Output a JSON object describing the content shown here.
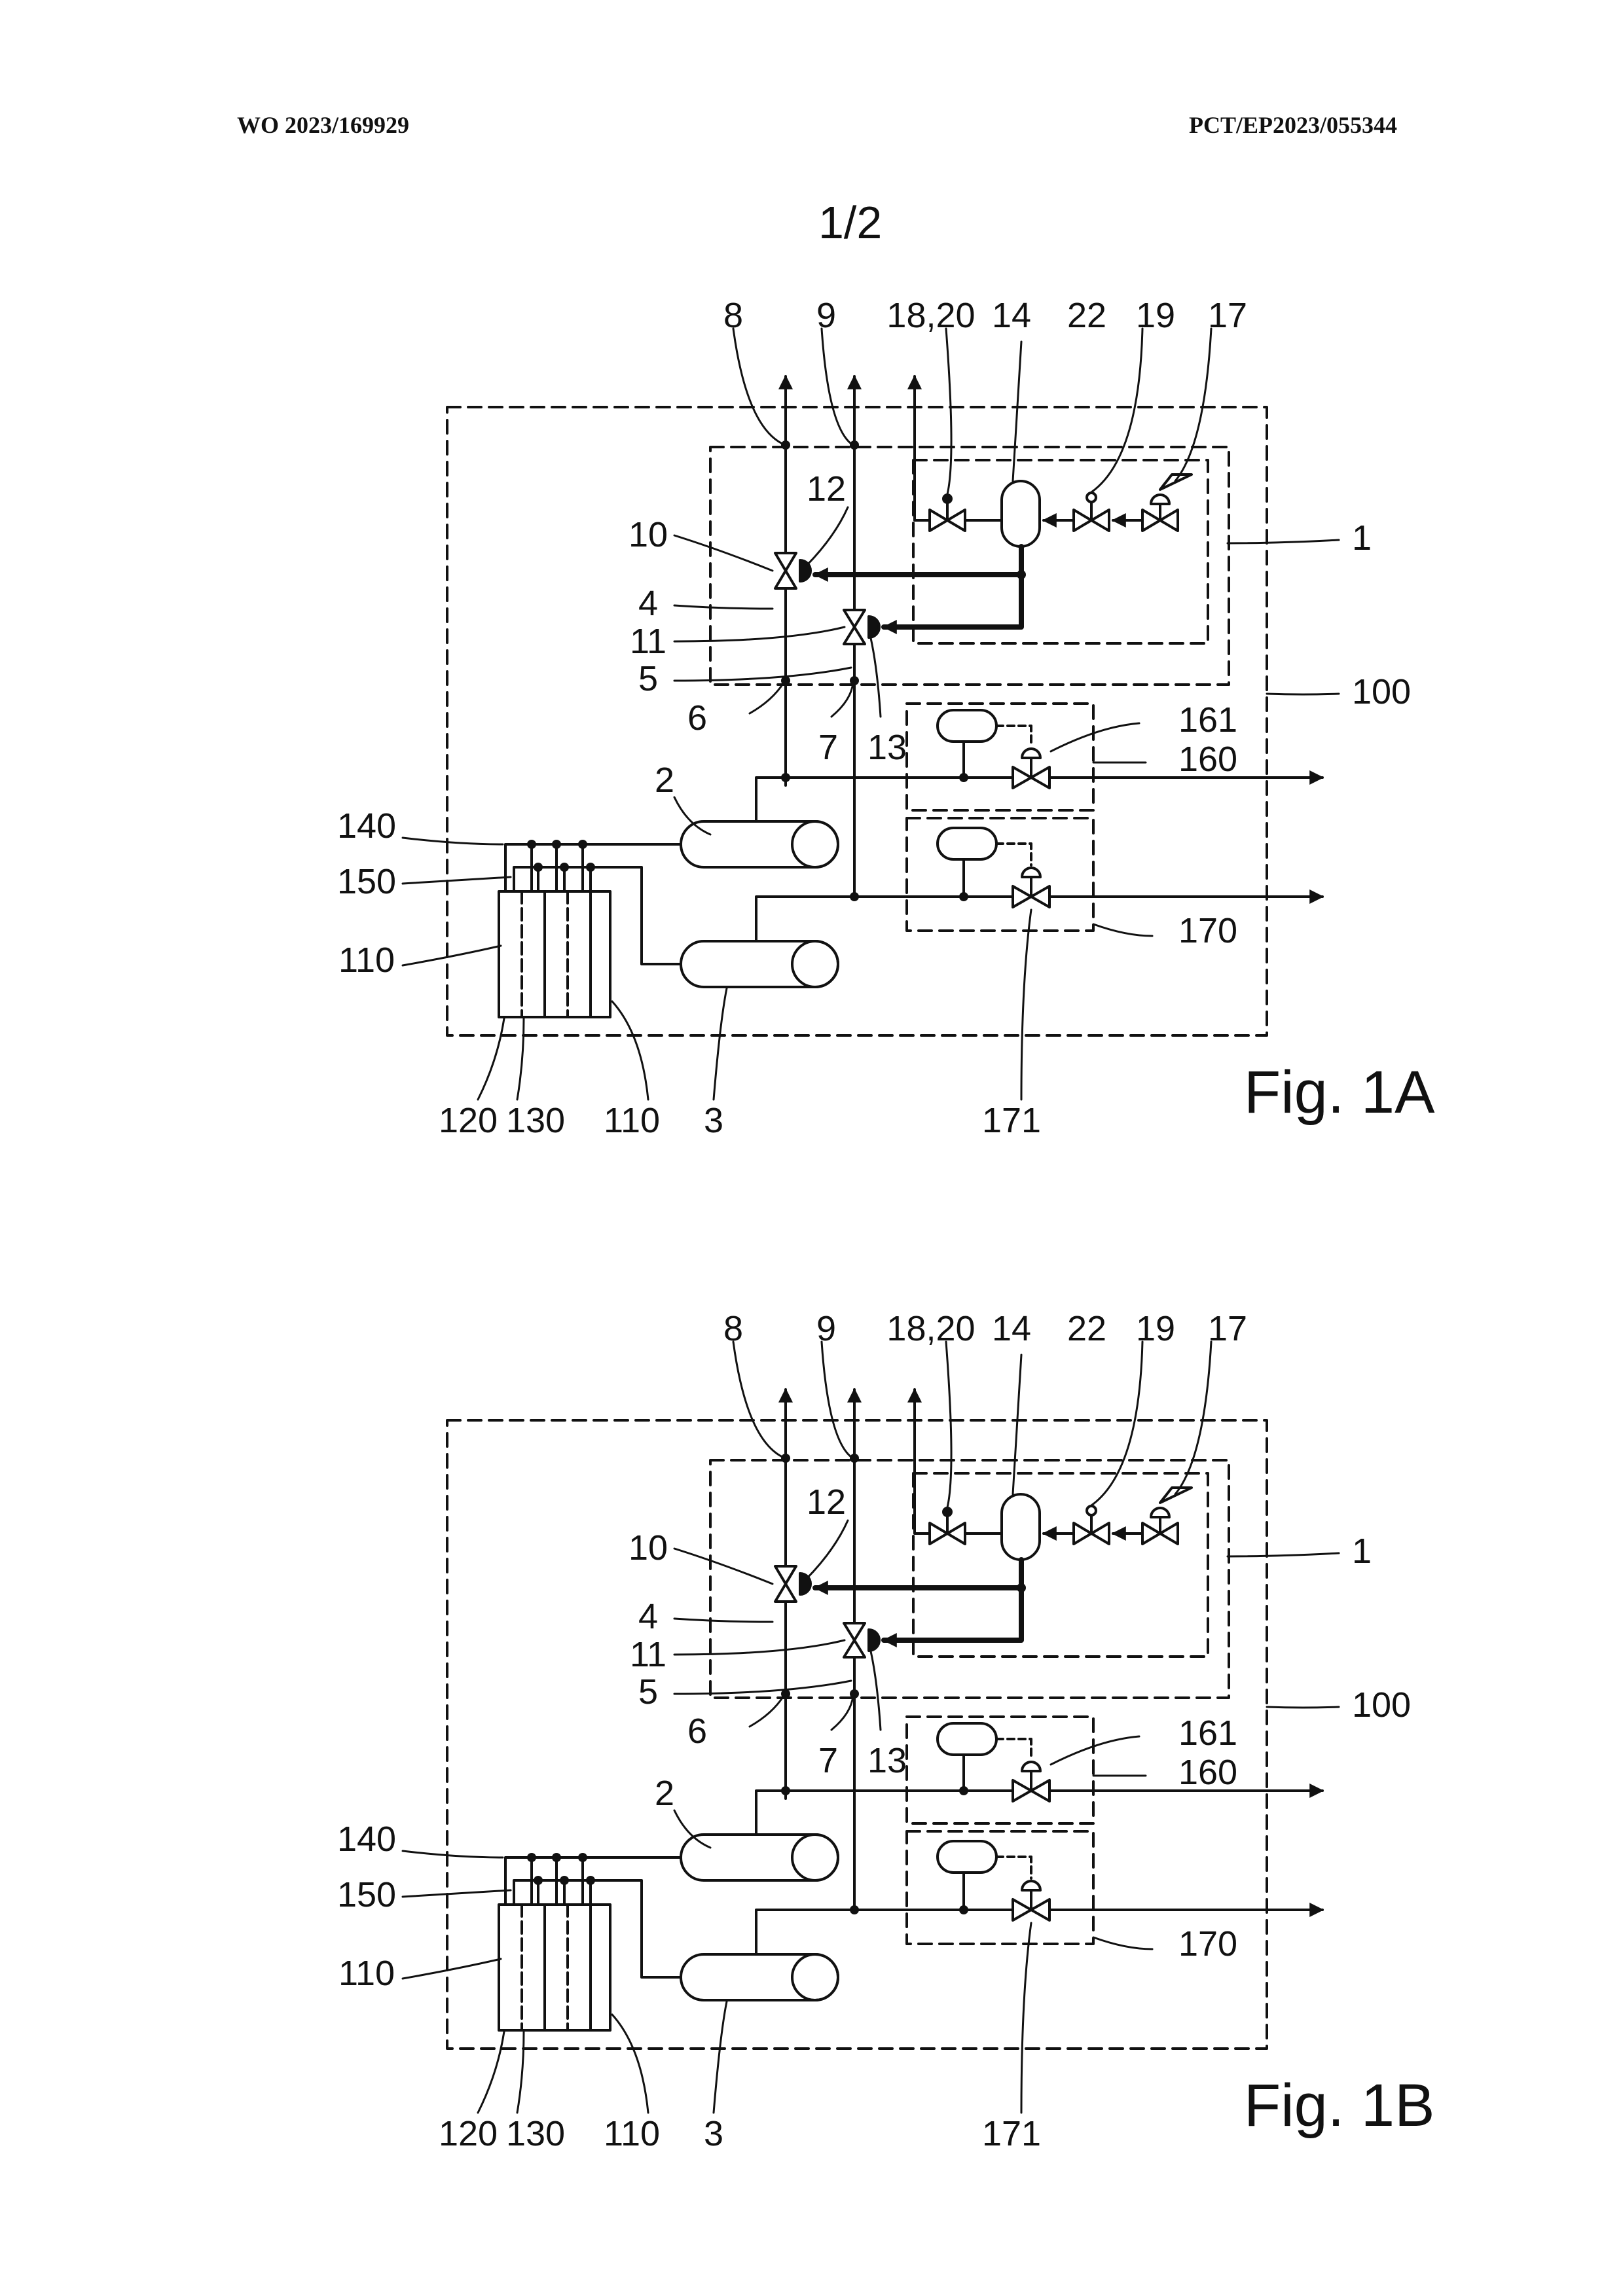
{
  "header": {
    "left": "WO 2023/169929",
    "right": "PCT/EP2023/055344"
  },
  "page_number": "1/2",
  "figures": [
    {
      "caption": "Fig. 1A",
      "labels": {
        "l8": "8",
        "l9": "9",
        "l18": "18,20",
        "l14": "14",
        "l22": "22",
        "l19": "19",
        "l17": "17",
        "l12": "12",
        "l10": "10",
        "l4": "4",
        "l11": "11",
        "l5": "5",
        "l6": "6",
        "l7": "7",
        "l13": "13",
        "l1": "1",
        "l100": "100",
        "l161": "161",
        "l160": "160",
        "l2": "2",
        "l140": "140",
        "l150": "150",
        "l110a": "110",
        "l170": "170",
        "l120": "120",
        "l130": "130",
        "l110b": "110",
        "l3": "3",
        "l171": "171"
      }
    },
    {
      "caption": "Fig. 1B",
      "labels": {
        "l8": "8",
        "l9": "9",
        "l18": "18,20",
        "l14": "14",
        "l22": "22",
        "l19": "19",
        "l17": "17",
        "l12": "12",
        "l10": "10",
        "l4": "4",
        "l11": "11",
        "l5": "5",
        "l6": "6",
        "l7": "7",
        "l13": "13",
        "l1": "1",
        "l100": "100",
        "l161": "161",
        "l160": "160",
        "l2": "2",
        "l140": "140",
        "l150": "150",
        "l110a": "110",
        "l170": "170",
        "l120": "120",
        "l130": "130",
        "l110b": "110",
        "l3": "3",
        "l171": "171"
      }
    }
  ]
}
